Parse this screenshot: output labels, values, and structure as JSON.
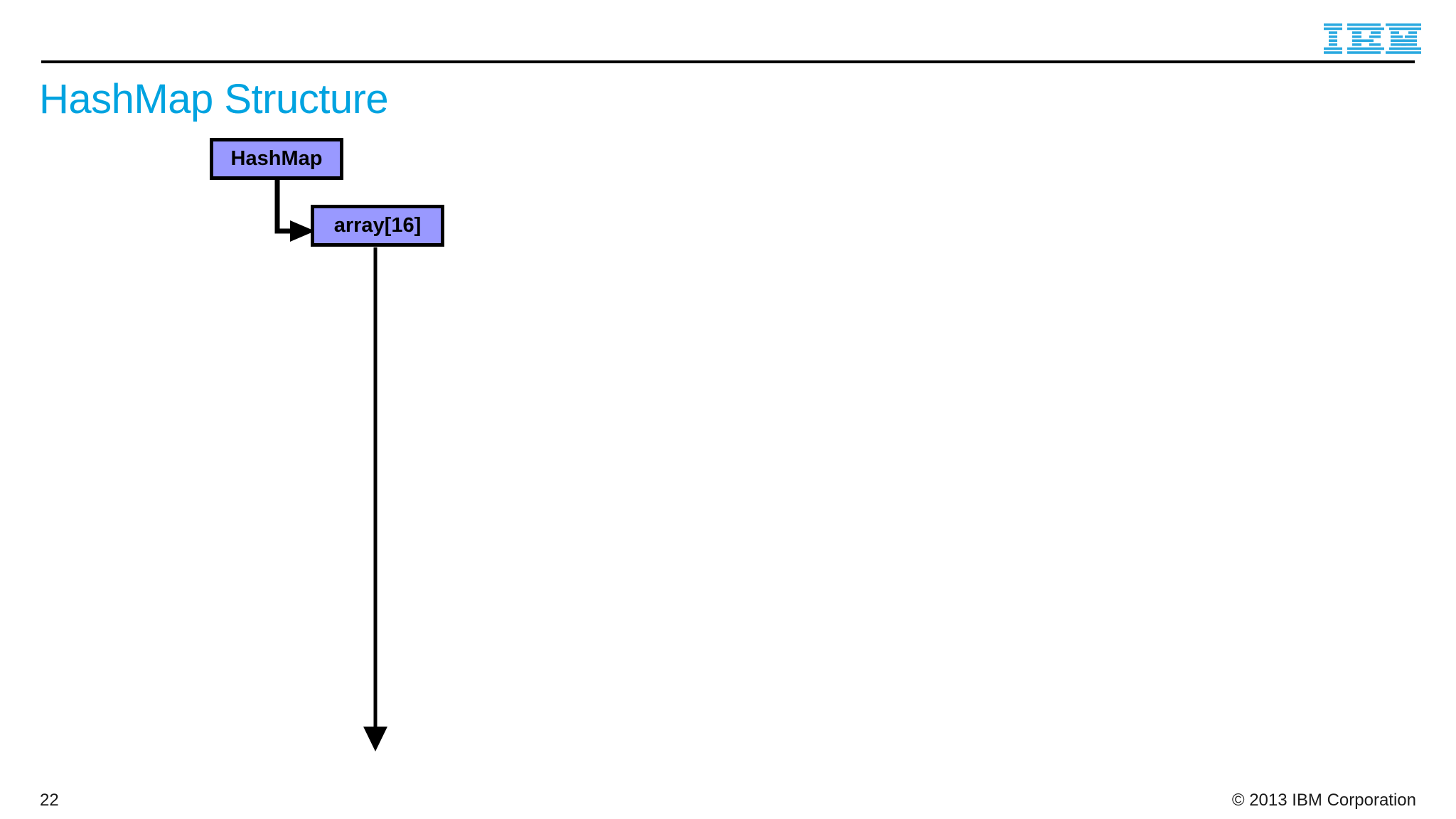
{
  "slide": {
    "title": "HashMap Structure",
    "background_color": "#ffffff"
  },
  "header": {
    "logo_name": "ibm-logo",
    "logo_alt": "IBM",
    "logo_color": "#2aa9e0",
    "rule_color": "#000000"
  },
  "theme": {
    "title_color": "#00A3E0",
    "node_fill": "#9999FF",
    "node_border": "#000000",
    "connector_color": "#000000"
  },
  "diagram": {
    "type": "structure-diagram",
    "nodes": [
      {
        "id": "hashmap",
        "label": "HashMap"
      },
      {
        "id": "array",
        "label": "array[16]"
      }
    ],
    "connectors": [
      {
        "id": "hashmap-to-array",
        "from": "hashmap",
        "to": "array",
        "style": "elbow-arrow"
      },
      {
        "id": "array-to-buckets",
        "from": "array",
        "to": "",
        "style": "vertical-arrow"
      }
    ]
  },
  "footer": {
    "page_number": "22",
    "copyright": "© 2013 IBM Corporation"
  }
}
